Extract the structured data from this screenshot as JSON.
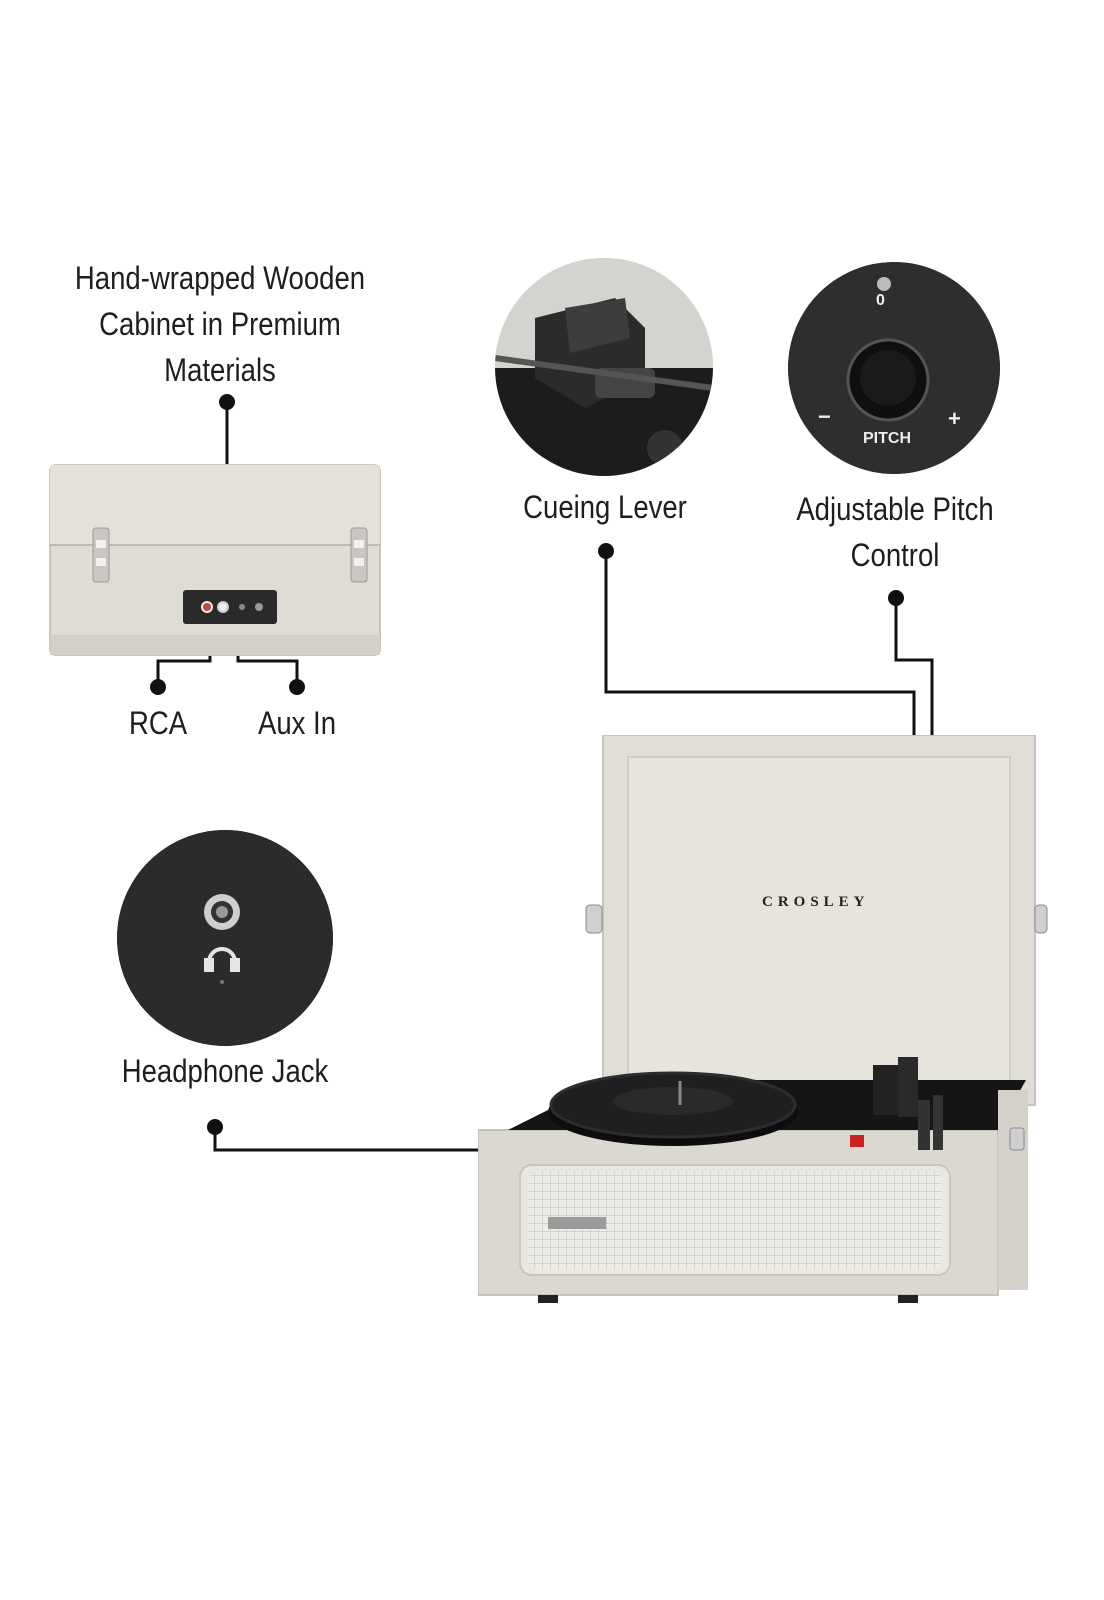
{
  "features": [
    {
      "id": "cabinet",
      "label": "Hand-wrapped Wooden\nCabinet in Premium\nMaterials"
    },
    {
      "id": "cueing",
      "label": "Cueing Lever"
    },
    {
      "id": "pitch",
      "label": "Adjustable Pitch\nControl"
    },
    {
      "id": "rca",
      "label": "RCA"
    },
    {
      "id": "aux",
      "label": "Aux In"
    },
    {
      "id": "headphone",
      "label": "Headphone Jack"
    }
  ],
  "pitch_dial": {
    "center_mark": "0",
    "minus": "−",
    "plus": "+",
    "caption": "PITCH"
  },
  "brand": "CROSLEY",
  "colors": {
    "cabinet": "#dcdad2",
    "deck": "#151515",
    "line": "#111111",
    "circle_bg": "#2b2b2b"
  },
  "icons": [
    "headphone-jack-icon",
    "headphone-icon"
  ]
}
